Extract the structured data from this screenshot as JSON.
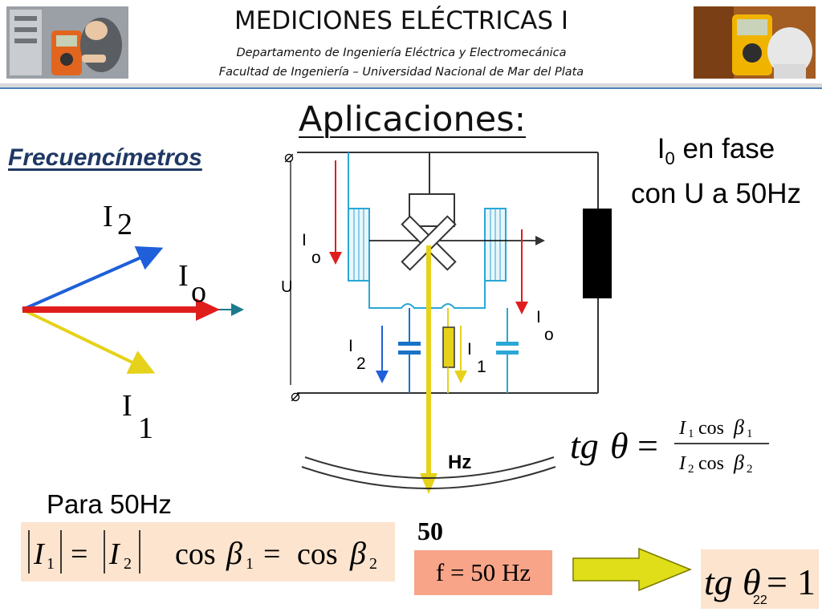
{
  "header": {
    "title": "MEDICIONES ELÉCTRICAS I",
    "department": "Departamento de Ingeniería Eléctrica y Electromecánica",
    "faculty": "Facultad de Ingeniería – Universidad Nacional de Mar del Plata"
  },
  "slide": {
    "title": "Aplicaciones:",
    "section": "Frecuencímetros",
    "note_line1_prefix": "I",
    "note_line1_sub": "0",
    "note_line1_suffix": " en fase",
    "note_line2": "con U a 50Hz",
    "para": "Para 50Hz",
    "fifty": "50",
    "freq": "f = 50 Hz",
    "page_number": "22"
  },
  "phasor": {
    "label_i2_main": "I",
    "label_i2_sub": "2",
    "label_io_main": "I",
    "label_io_sub": "o",
    "label_i1_main": "I",
    "label_i1_sub": "1",
    "colors": {
      "i2": "#1f5fd9",
      "io": "#e01d1d",
      "i1": "#e6d21a",
      "ref": "#1b7a8c"
    }
  },
  "circuit": {
    "terminal_symbol": "⌀",
    "label_u": "U",
    "label_io_left_main": "I",
    "label_io_left_sub": "o",
    "label_io_right_main": "I",
    "label_io_right_sub": "o",
    "label_i2_main": "I",
    "label_i2_sub": "2",
    "label_i1_main": "I",
    "label_i1_sub": "1",
    "scale_unit": "Hz",
    "colors": {
      "wire": "#333333",
      "coil": "#2aa7d6",
      "needle": "#e6d21a",
      "cap": "#1a73c9",
      "arrow_red": "#e01d1d",
      "arrow_blue": "#1f5fd9"
    }
  },
  "formulas": {
    "tg": "tg",
    "theta": "θ",
    "equals": "=",
    "numerator": {
      "I": "I",
      "sub": "1",
      "cos": "cos",
      "beta": "β",
      "bsub": "1"
    },
    "denominator": {
      "I": "I",
      "sub": "2",
      "cos": "cos",
      "beta": "β",
      "bsub": "2"
    },
    "magnitude": {
      "abs_i1": "I",
      "s1": "1",
      "abs_i2": "I",
      "s2": "2",
      "cos": "cos",
      "beta": "β",
      "b1": "1",
      "b2": "2"
    },
    "result_value": "1"
  }
}
